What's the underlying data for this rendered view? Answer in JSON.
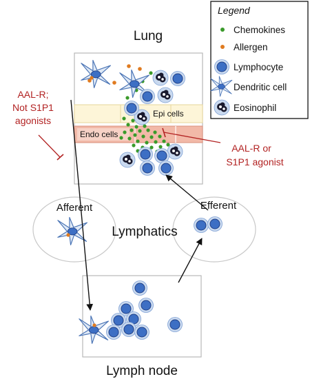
{
  "diagram": {
    "lung": {
      "title": "Lung",
      "epi_label": "Epi cells",
      "endo_label": "Endo cells"
    },
    "lymph_node": {
      "title": "Lymph node"
    },
    "lymphatics": {
      "label": "Lymphatics",
      "afferent": "Afferent",
      "efferent": "Efferent"
    },
    "annotations": {
      "left": [
        "AAL-R;",
        "Not S1P1",
        "agonists"
      ],
      "right": [
        "AAL-R or",
        "S1P1 agonist"
      ]
    }
  },
  "legend": {
    "title": "Legend",
    "items": [
      {
        "label": "Chemokines",
        "icon": "chemokine-dot-icon"
      },
      {
        "label": "Allergen",
        "icon": "allergen-dot-icon"
      },
      {
        "label": "Lymphocyte",
        "icon": "lymphocyte-icon"
      },
      {
        "label": "Dendritic cell",
        "icon": "dendritic-cell-icon"
      },
      {
        "label": "Eosinophil",
        "icon": "eosinophil-icon"
      }
    ]
  },
  "colors": {
    "chemokine": "#3a9a2a",
    "allergen": "#e07b20",
    "lymphocyte_fill": "#3d6fc4",
    "lymphocyte_ring": "#c9d9ef",
    "epi_band": "#fdf5d8",
    "endo_band": "#f2b9a8",
    "inhibitor": "#b22222"
  }
}
